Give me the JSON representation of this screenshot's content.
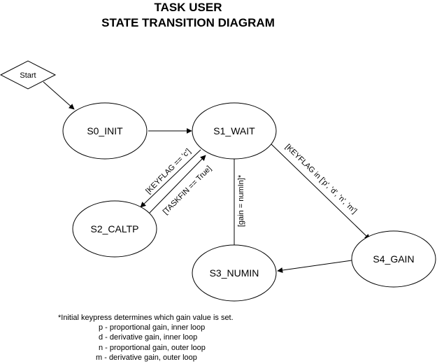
{
  "title": {
    "line1": "TASK USER",
    "line2": "STATE TRANSITION DIAGRAM"
  },
  "start": {
    "label": "Start"
  },
  "states": {
    "s0": "S0_INIT",
    "s1": "S1_WAIT",
    "s2": "S2_CALTP",
    "s3": "S3_NUMIN",
    "s4": "S4_GAIN"
  },
  "transitions": {
    "s1_to_s2": "[KEYFLAG == 'c']",
    "s2_to_s1": "[TASKFIN == True]",
    "s3_to_s1": "[gain = numIn]*",
    "s1_to_s4": "[KEYFLAG in ['p', 'd', 'n', 'm']"
  },
  "note": {
    "heading": "*Initial keypress determines which gain value is set.",
    "lines": [
      "p - proportional gain, inner loop",
      "d - derivative gain, inner loop",
      "n - proportional gain, outer loop",
      "m - derivative gain, outer loop"
    ]
  }
}
